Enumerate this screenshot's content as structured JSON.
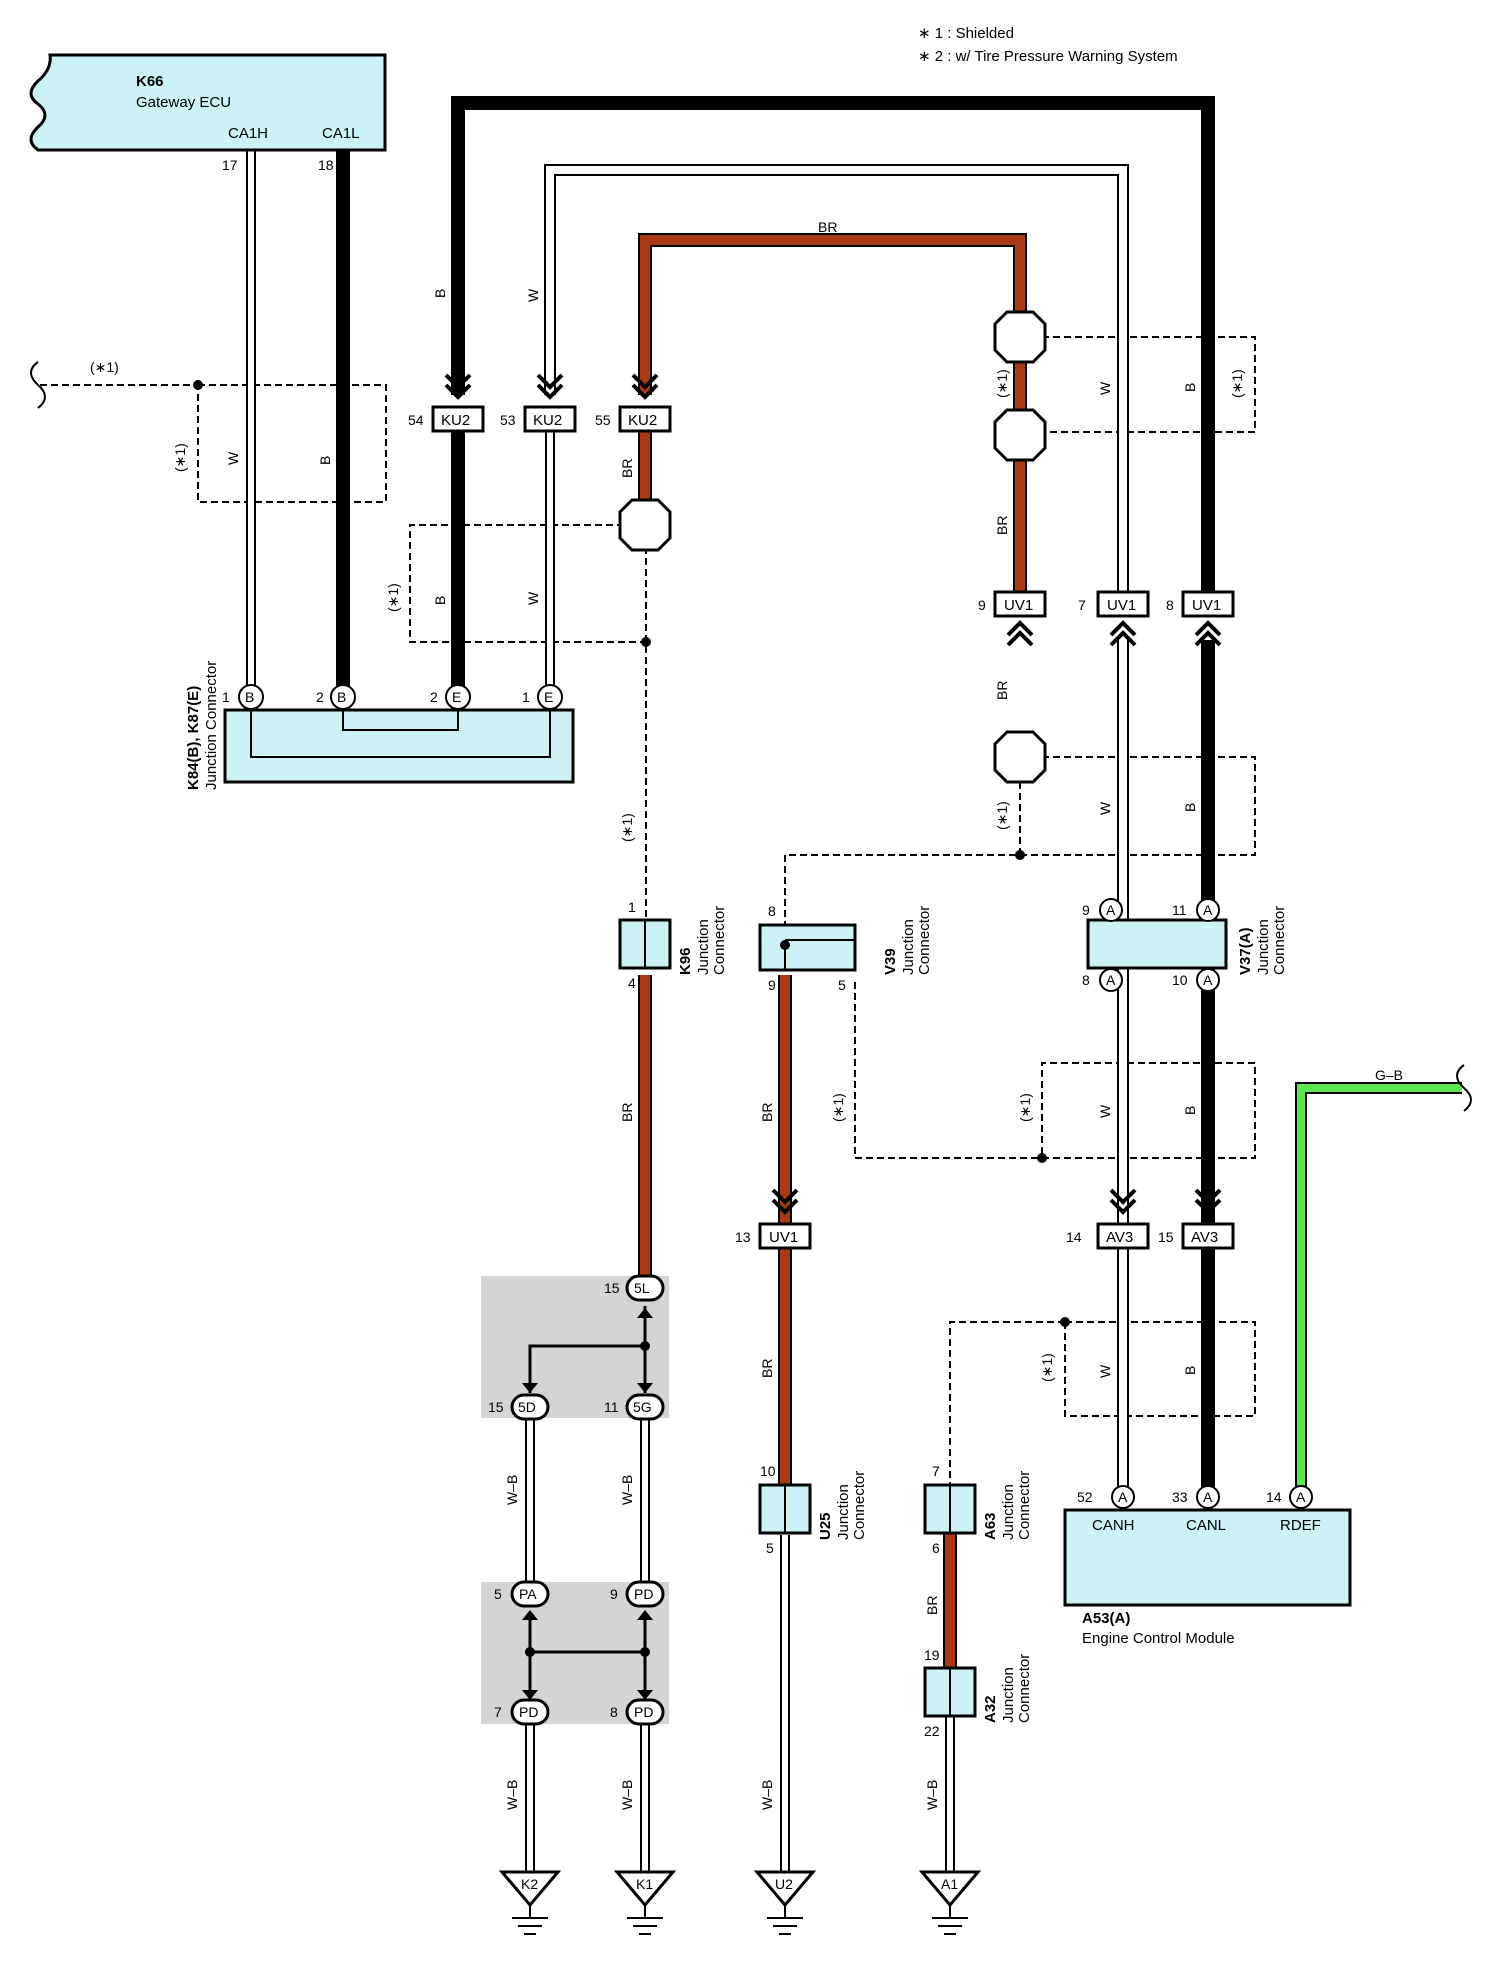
{
  "notes": [
    "∗ 1 : Shielded",
    "∗ 2 : w/ Tire Pressure Warning System"
  ],
  "shield_tag": "(∗1)",
  "components": {
    "k66": {
      "id": "K66",
      "name": "Gateway ECU",
      "pin_names": [
        "CA1H",
        "CA1L"
      ],
      "pins": [
        "17",
        "18"
      ]
    },
    "k84": {
      "id": "K84(B), K87(E)",
      "name": "Junction Connector",
      "pins": [
        "1",
        "2",
        "2",
        "1"
      ],
      "letters": [
        "B",
        "B",
        "E",
        "E"
      ]
    },
    "k96": {
      "id": "K96",
      "name": "Junction",
      "name2": "Connector",
      "pins": [
        "1",
        "4"
      ]
    },
    "v39": {
      "id": "V39",
      "name": "Junction",
      "name2": "Connector",
      "pins": [
        "8",
        "9",
        "5"
      ]
    },
    "v37": {
      "id": "V37(A)",
      "name": "Junction",
      "name2": "Connector",
      "pins": [
        "9",
        "11",
        "8",
        "10"
      ],
      "letter": "A"
    },
    "u25": {
      "id": "U25",
      "name": "Junction",
      "name2": "Connector",
      "pins": [
        "10",
        "5"
      ]
    },
    "a63": {
      "id": "A63",
      "name": "Junction",
      "name2": "Connector",
      "pins": [
        "7",
        "6"
      ]
    },
    "a32": {
      "id": "A32",
      "name": "Junction",
      "name2": "Connector",
      "pins": [
        "19",
        "22"
      ]
    },
    "a53": {
      "id": "A53(A)",
      "name": "Engine Control Module",
      "pin_names": [
        "CANH",
        "CANL",
        "RDEF"
      ],
      "pins": [
        "52",
        "33",
        "14"
      ],
      "letter": "A"
    }
  },
  "inline_connectors": {
    "ku2": {
      "name": "KU2",
      "pins": [
        "54",
        "53",
        "55"
      ]
    },
    "uv1": {
      "name": "UV1",
      "pins": [
        "9",
        "7",
        "8",
        "13"
      ]
    },
    "av3": {
      "name": "AV3",
      "pins": [
        "14",
        "15"
      ]
    }
  },
  "junction_blocks": {
    "j5l": {
      "name": "5L",
      "pin": "15"
    },
    "j5d": {
      "name": "5D",
      "pin": "15"
    },
    "j5g": {
      "name": "5G",
      "pin": "11"
    },
    "jpa": {
      "name": "PA",
      "pin": "5"
    },
    "jpd1": {
      "name": "PD",
      "pin": "9"
    },
    "jpd2": {
      "name": "PD",
      "pin": "7"
    },
    "jpd3": {
      "name": "PD",
      "pin": "8"
    }
  },
  "wire_colors": {
    "B": "B",
    "W": "W",
    "BR": "BR",
    "WB": "W–B",
    "GB": "G–B"
  },
  "grounds": [
    "K2",
    "K1",
    "U2",
    "A1"
  ],
  "colors": {
    "brown_wire": "#a83a16",
    "green_wire": "#5be84a",
    "connector_fill": "#ccf2f5",
    "splice_area": "#d4d4d4"
  }
}
